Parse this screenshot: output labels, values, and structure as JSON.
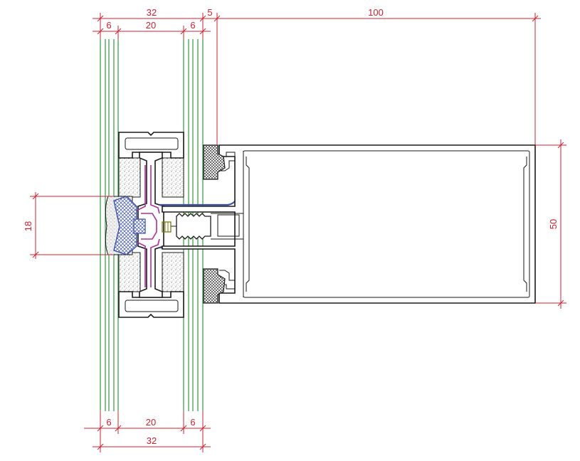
{
  "colors": {
    "dimension": "#cc2030",
    "glass": "#2f9a3e",
    "profile": "#1a1a1a",
    "seal": "#3a50a8",
    "gasket": "#b02d9a",
    "olive": "#7a7a10",
    "sealant": "#e6e6e6"
  },
  "dimensions": {
    "top_overall": "32",
    "top_pane_left": "6",
    "top_cavity": "20",
    "top_pane_right": "6",
    "top_gap": "5",
    "top_mullion_depth": "100",
    "bottom_pane_left": "6",
    "bottom_cavity": "20",
    "bottom_pane_right": "6",
    "bottom_overall": "32",
    "left_joint": "18",
    "right_mullion_width": "50"
  }
}
